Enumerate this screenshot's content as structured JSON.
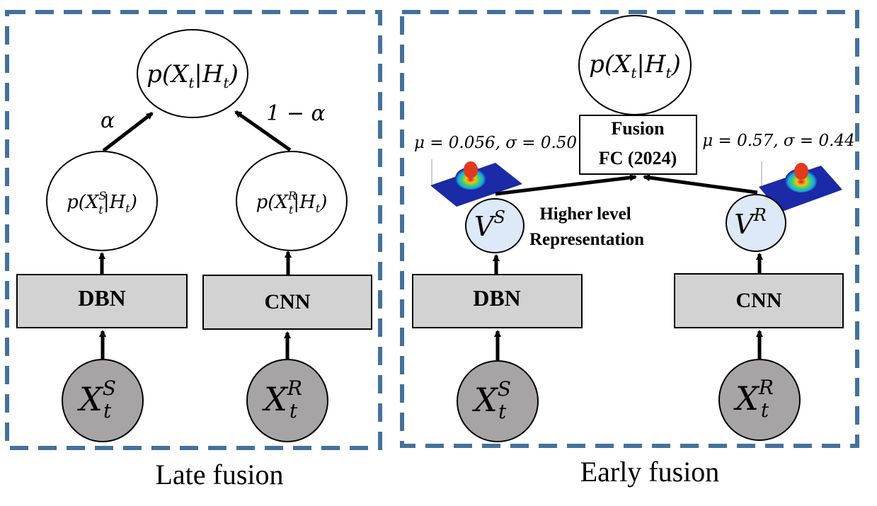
{
  "panels": {
    "late": {
      "caption": "Late fusion",
      "top_node": {
        "p": "p(",
        "x": "X",
        "xsub": "t",
        "bar": "|",
        "h": "H",
        "hsub": "t",
        "close": ")"
      },
      "left_node": {
        "p": "p(",
        "x": "X",
        "xsup": "S",
        "xsub": "t",
        "bar": "|",
        "h": "H",
        "hsub": "t",
        "close": ")"
      },
      "right_node": {
        "p": "p(",
        "x": "X",
        "xsup": "R",
        "xsub": "t",
        "bar": "|",
        "h": "H",
        "hsub": "t",
        "close": ")"
      },
      "left_weight": "α",
      "right_weight": "1 − α",
      "left_box": "DBN",
      "right_box": "CNN",
      "left_input": {
        "x": "X",
        "sup": "S",
        "sub": "t"
      },
      "right_input": {
        "x": "X",
        "sup": "R",
        "sub": "t"
      }
    },
    "early": {
      "caption": "Early fusion",
      "top_node": {
        "p": "p(",
        "x": "X",
        "xsub": "t",
        "bar": "|",
        "h": "H",
        "hsub": "t",
        "close": ")"
      },
      "fusion_line1": "Fusion",
      "fusion_line2": "FC (2024)",
      "left_stats": "μ = 0.056, σ = 0.50",
      "right_stats": "μ = 0.57, σ = 0.44",
      "left_vec": {
        "v": "V",
        "sup": "S"
      },
      "right_vec": {
        "v": "V",
        "sup": "R"
      },
      "repr_line1": "Higher level",
      "repr_line2": "Representation",
      "left_box": "DBN",
      "right_box": "CNN",
      "left_input": {
        "x": "X",
        "sup": "S",
        "sub": "t"
      },
      "right_input": {
        "x": "X",
        "sup": "R",
        "sub": "t"
      }
    }
  },
  "colors": {
    "dashed_border": "#44719b",
    "box_fill": "#d3d2d3",
    "input_fill": "#a6a4a5",
    "vec_fill": "#dde9f6",
    "gauss_base": "#1b2aa6",
    "gauss_peak": "#d4141b"
  }
}
